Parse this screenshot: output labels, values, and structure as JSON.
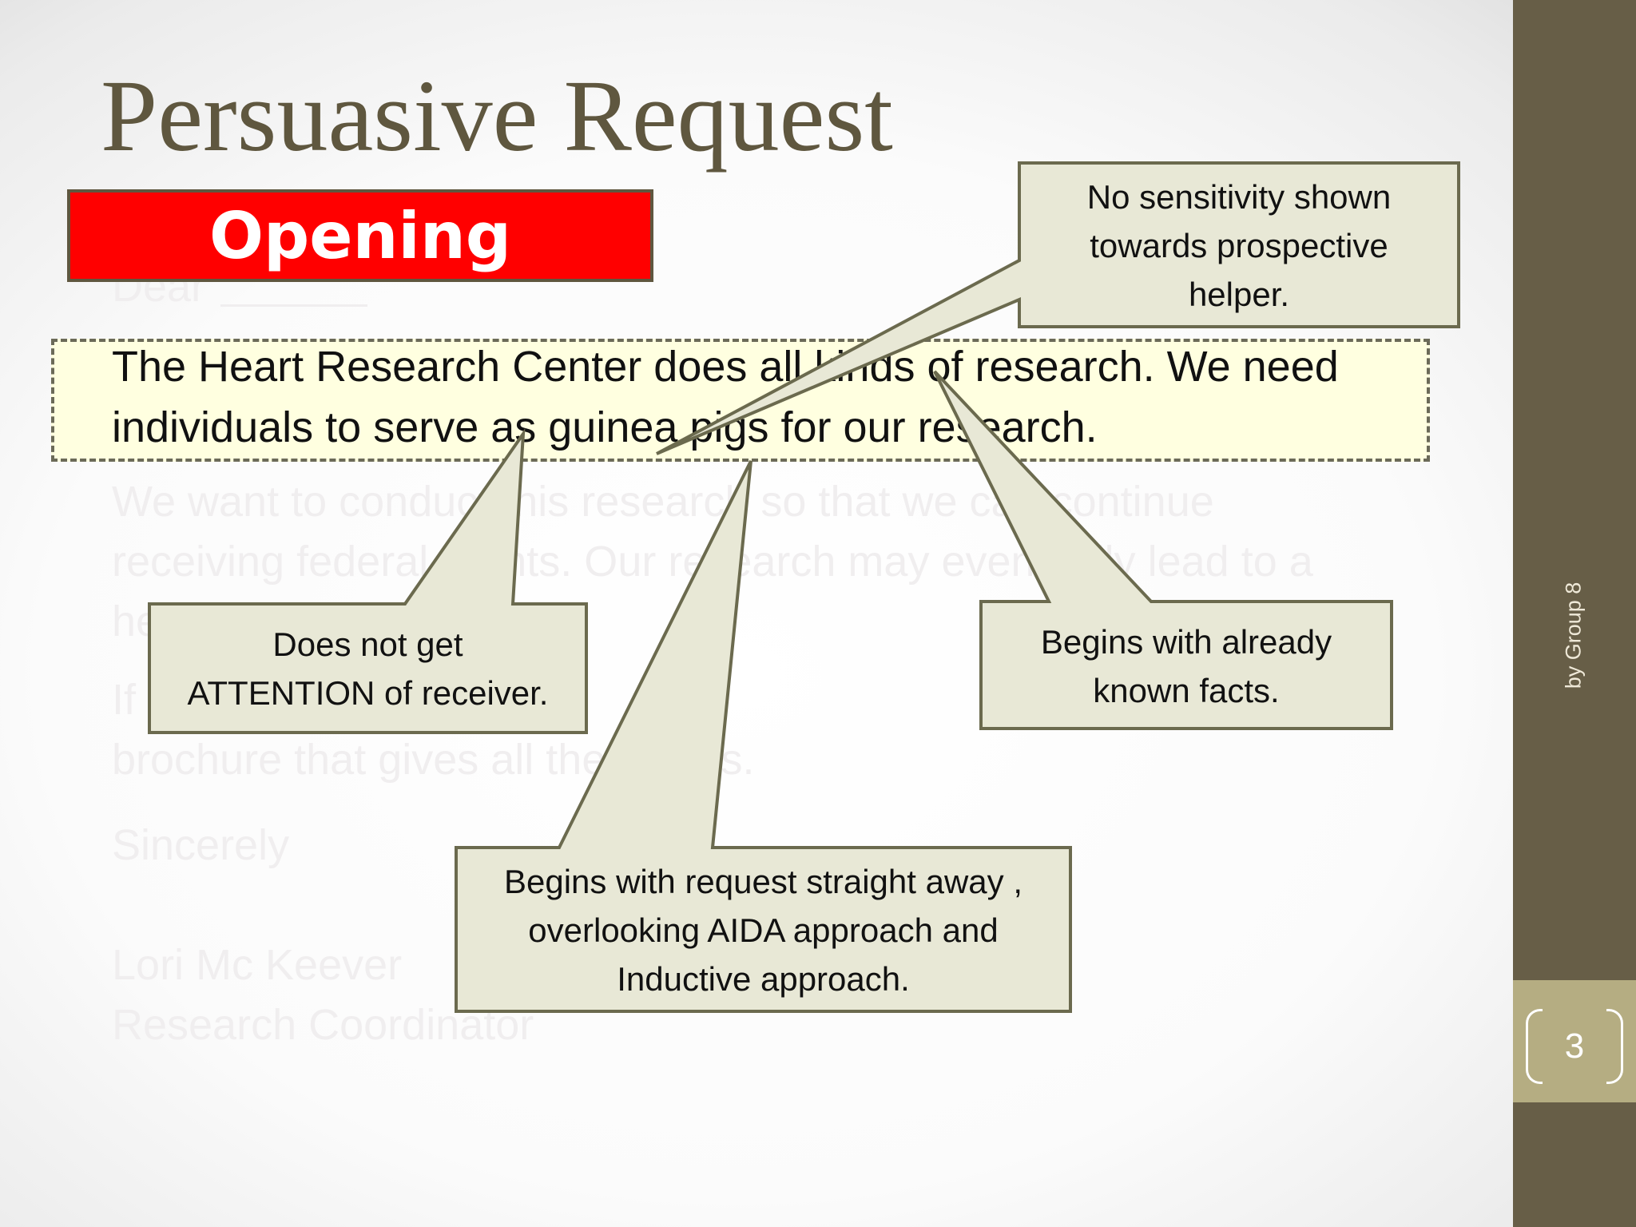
{
  "slide": {
    "title": "Persuasive Request",
    "opening_label": "Opening",
    "footer_text": "by Group 8",
    "page_number": "3",
    "letter": {
      "salutation": "Dear",
      "highlighted_lines": [
        "The Heart Research Center does all kinds of research. We need",
        "individuals to serve as guinea pigs for our research."
      ],
      "body_lines": [
        "We want to conduct this research so that we can continue",
        "receiving federal grants. Our research may eventually lead to a",
        "he"
      ],
      "closing_lines": [
        "If",
        "brochure that gives all the details."
      ],
      "signoff": "Sincerely",
      "signer_name": "Lori Mc Keever",
      "signer_title": "Research Coordinator"
    },
    "callouts": {
      "sensitivity": [
        "No sensitivity shown",
        "towards prospective",
        "helper."
      ],
      "attention": [
        "Does not get",
        "ATTENTION of receiver."
      ],
      "known_facts": [
        "Begins with already",
        "known facts."
      ],
      "request": [
        "Begins with request straight away ,",
        "overlooking AIDA approach and",
        "Inductive approach."
      ]
    },
    "colors": {
      "title": "#5f573f",
      "opening_fill": "#ff0000",
      "callout_fill": "#e8e8d6",
      "callout_border": "#6b6a4e",
      "highlight_fill": "#ffffe0",
      "side_bar": "#675e47",
      "page_badge": "#b5ad82"
    }
  }
}
